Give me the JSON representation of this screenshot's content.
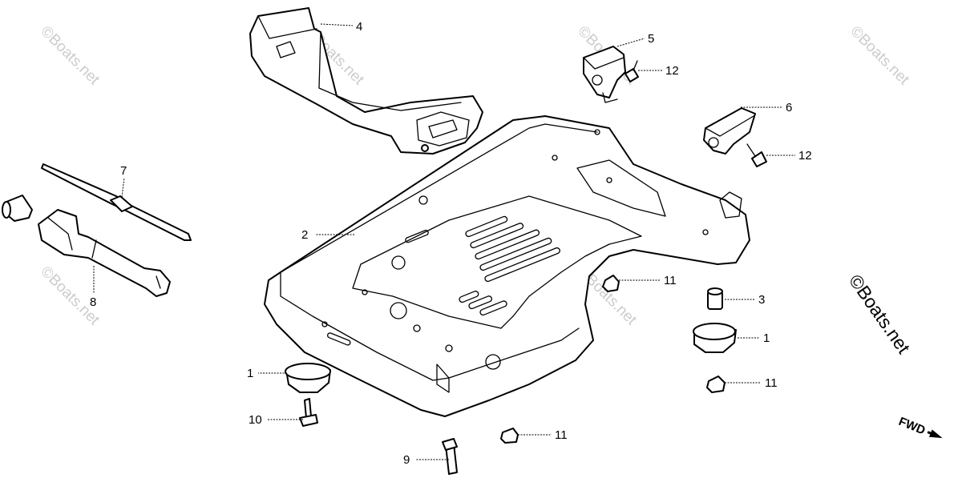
{
  "diagram": {
    "callouts": [
      {
        "id": "c1a",
        "label": "1"
      },
      {
        "id": "c1b",
        "label": "1"
      },
      {
        "id": "c2",
        "label": "2"
      },
      {
        "id": "c3",
        "label": "3"
      },
      {
        "id": "c4",
        "label": "4"
      },
      {
        "id": "c5",
        "label": "5"
      },
      {
        "id": "c6",
        "label": "6"
      },
      {
        "id": "c7",
        "label": "7"
      },
      {
        "id": "c8",
        "label": "8"
      },
      {
        "id": "c9",
        "label": "9"
      },
      {
        "id": "c10",
        "label": "10"
      },
      {
        "id": "c11a",
        "label": "11"
      },
      {
        "id": "c11b",
        "label": "11"
      },
      {
        "id": "c11c",
        "label": "11"
      },
      {
        "id": "c12a",
        "label": "12"
      },
      {
        "id": "c12b",
        "label": "12"
      }
    ],
    "watermark": "©Boats.net",
    "fwd_label": "FWD"
  }
}
